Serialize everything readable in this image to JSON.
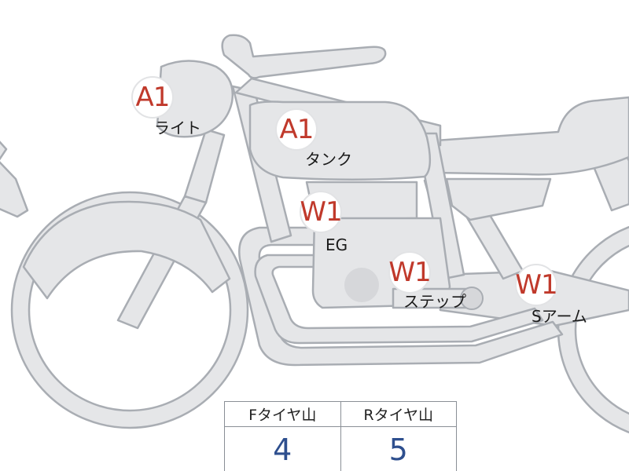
{
  "colors": {
    "grade_text": "#c0392b",
    "value_text": "#2e4f8e",
    "part_fill": "#e5e6e8",
    "part_stroke": "#a9adb3"
  },
  "parts": [
    {
      "id": "light",
      "grade": "A1",
      "label": "ライト"
    },
    {
      "id": "tank",
      "grade": "A1",
      "label": "タンク"
    },
    {
      "id": "engine",
      "grade": "W1",
      "label": "EG"
    },
    {
      "id": "step",
      "grade": "W1",
      "label": "ステップ"
    },
    {
      "id": "swingarm",
      "grade": "W1",
      "label": "Sアーム"
    }
  ],
  "tire_table": {
    "front_header": "Fタイヤ山",
    "rear_header": "Rタイヤ山",
    "front_value": "4",
    "rear_value": "5"
  }
}
